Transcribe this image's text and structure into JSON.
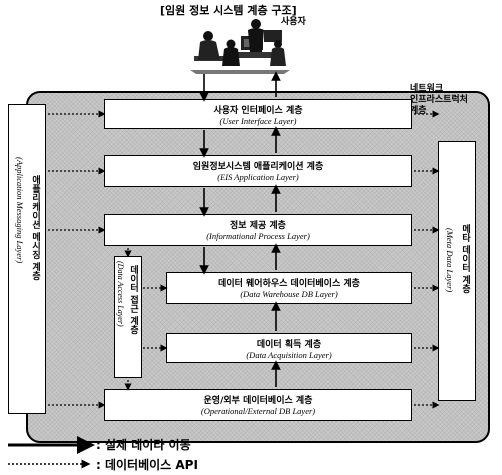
{
  "top_title": "[임원 정보 시스템 계층 구조]",
  "user_label": "사용자",
  "infrastructure_label": "네트워크\n인프라스트럭처\n계층",
  "layers": {
    "user_interface": {
      "ko": "사용자 인터페이스 계층",
      "en": "(User Interface Layer)"
    },
    "eis_application": {
      "ko": "임원정보시스템 애플리케이션 계층",
      "en": "(EIS Application Layer)"
    },
    "informational_process": {
      "ko": "정보 제공 계층",
      "en": "(Informational Process Layer)"
    },
    "data_warehouse_db": {
      "ko": "데이터 웨어하우스 데이터베이스 계층",
      "en": "(Data Warehouse DB Layer)"
    },
    "data_acquisition": {
      "ko": "데이터 획득 계층",
      "en": "(Data Acquisition Layer)"
    },
    "operational_external_db": {
      "ko": "운영/외부 데이터베이스 계층",
      "en": "(Operational/External DB Layer)"
    }
  },
  "side_layers": {
    "application_messaging": {
      "ko": "애플리케이션 메시징 계층",
      "en": "(Application Messaging Layer)"
    },
    "data_access": {
      "ko": "데이터 접근 계층",
      "en": "(Data Access Layer)"
    },
    "meta_data": {
      "ko": "메타 데이터 계층",
      "en": "(Meta Data Layer)"
    }
  },
  "legend": {
    "solid": ": 실제 데이타 이동",
    "dotted": ": 데이터베이스 API"
  }
}
